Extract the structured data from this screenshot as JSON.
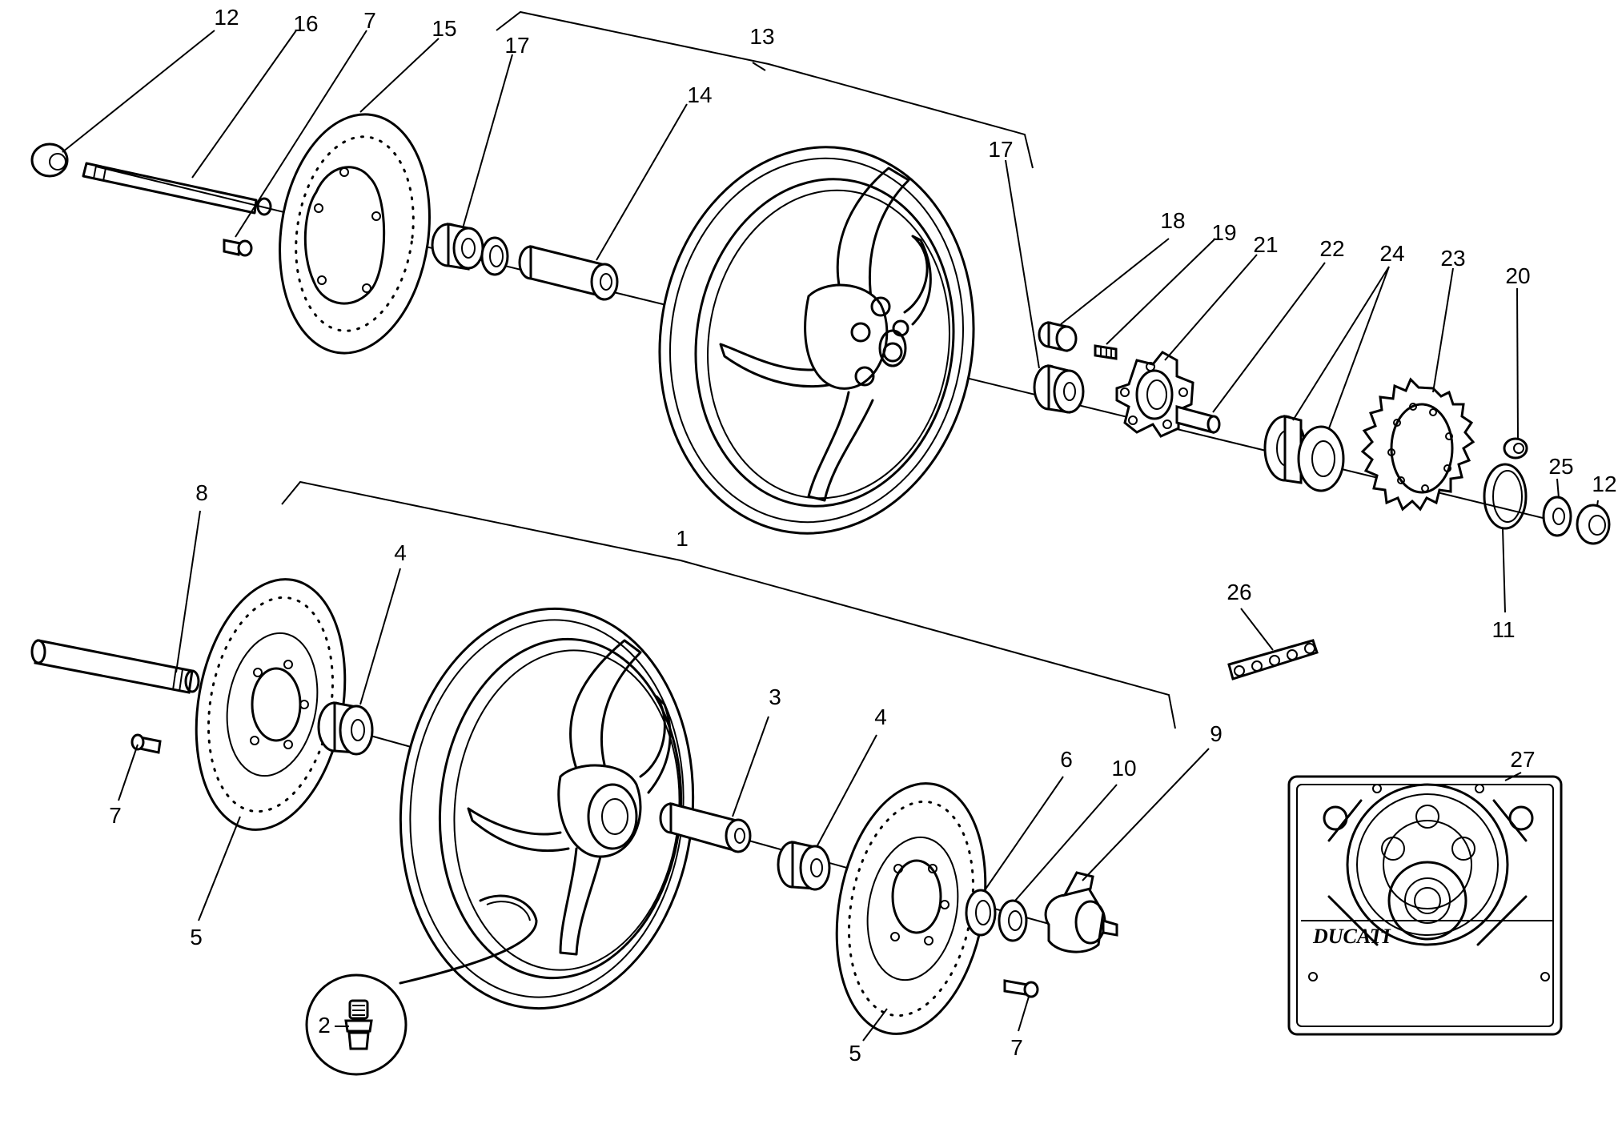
{
  "callouts": [
    {
      "id": "c12a",
      "label": "12"
    },
    {
      "id": "c16",
      "label": "16"
    },
    {
      "id": "c7a",
      "label": "7"
    },
    {
      "id": "c15",
      "label": "15"
    },
    {
      "id": "c17a",
      "label": "17"
    },
    {
      "id": "c13",
      "label": "13"
    },
    {
      "id": "c14",
      "label": "14"
    },
    {
      "id": "c17b",
      "label": "17"
    },
    {
      "id": "c18",
      "label": "18"
    },
    {
      "id": "c19",
      "label": "19"
    },
    {
      "id": "c21",
      "label": "21"
    },
    {
      "id": "c22",
      "label": "22"
    },
    {
      "id": "c24",
      "label": "24"
    },
    {
      "id": "c23",
      "label": "23"
    },
    {
      "id": "c20",
      "label": "20"
    },
    {
      "id": "c25",
      "label": "25"
    },
    {
      "id": "c12b",
      "label": "12"
    },
    {
      "id": "c11",
      "label": "11"
    },
    {
      "id": "c26",
      "label": "26"
    },
    {
      "id": "c8",
      "label": "8"
    },
    {
      "id": "c1",
      "label": "1"
    },
    {
      "id": "c4a",
      "label": "4"
    },
    {
      "id": "c3",
      "label": "3"
    },
    {
      "id": "c4b",
      "label": "4"
    },
    {
      "id": "c6",
      "label": "6"
    },
    {
      "id": "c10",
      "label": "10"
    },
    {
      "id": "c9",
      "label": "9"
    },
    {
      "id": "c27",
      "label": "27"
    },
    {
      "id": "c7b",
      "label": "7"
    },
    {
      "id": "c5a",
      "label": "5"
    },
    {
      "id": "c2",
      "label": "2"
    },
    {
      "id": "c5b",
      "label": "5"
    },
    {
      "id": "c7c",
      "label": "7"
    }
  ],
  "plate_brand": "DUCATI",
  "icons": [
    "axle",
    "brake-disc",
    "bearing",
    "spacer",
    "wheel",
    "sprocket",
    "chain",
    "valve",
    "plate"
  ]
}
